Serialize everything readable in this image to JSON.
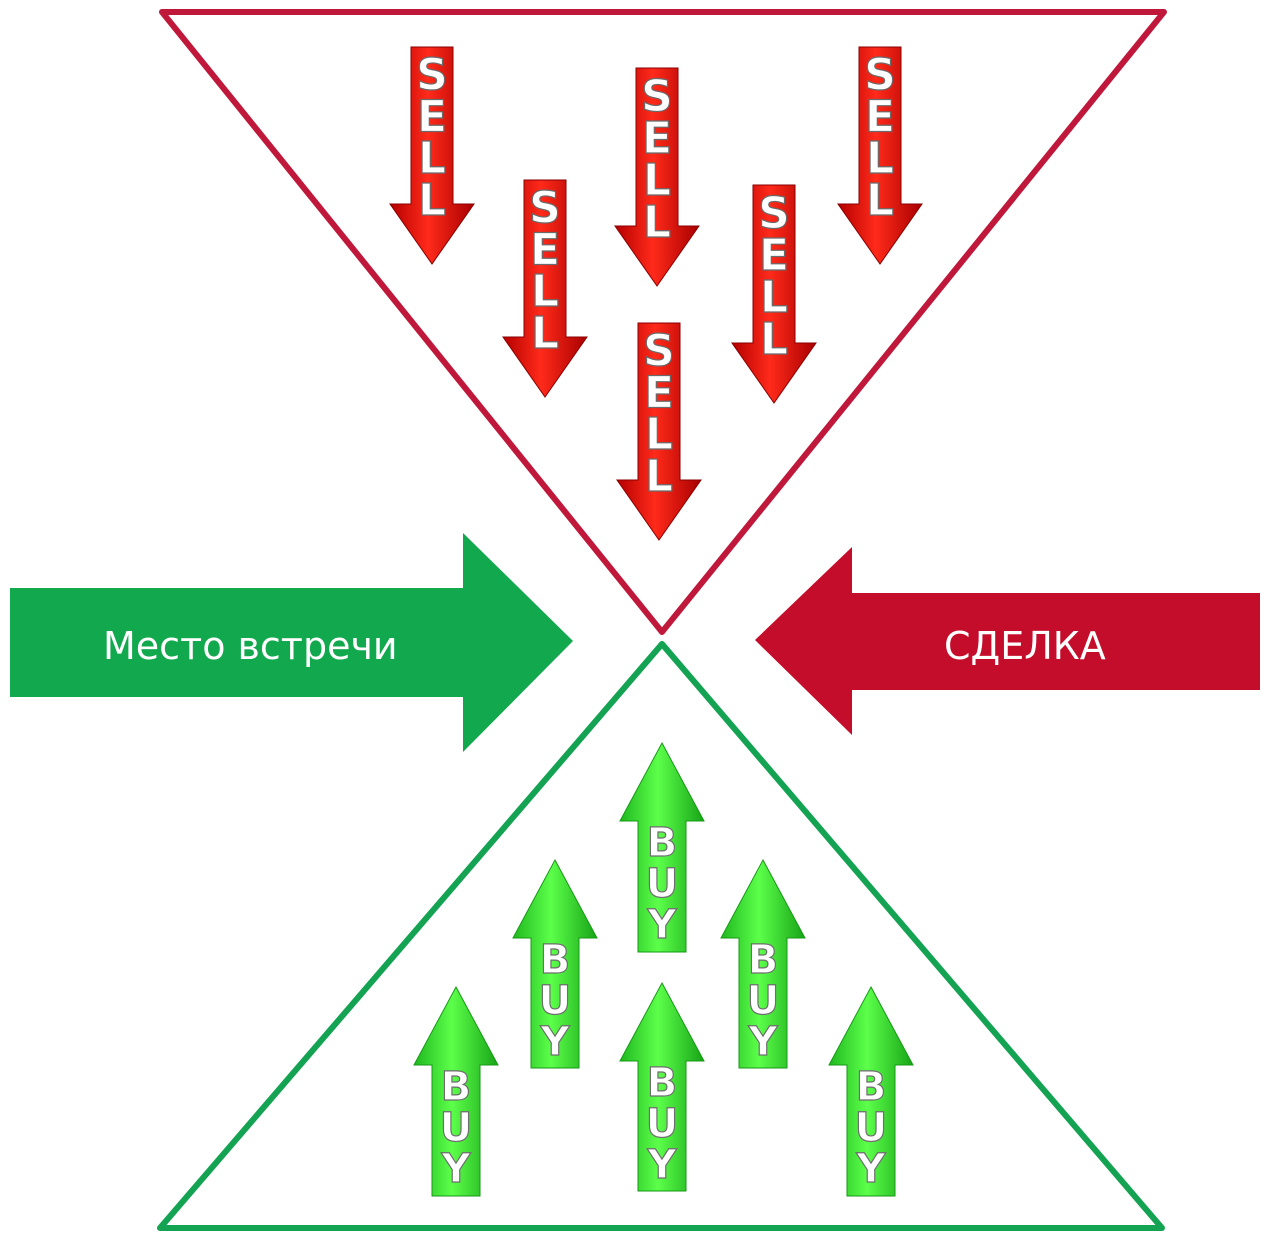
{
  "left_arrow": {
    "label": "Место встречи",
    "color": "#12a84e"
  },
  "right_arrow": {
    "label": "СДЕЛКА",
    "color": "#c40c2b"
  },
  "sell_triangle_color": "#c0183a",
  "buy_triangle_color": "#13a352",
  "sell_arrows": [
    {
      "text": "SELL"
    },
    {
      "text": "SELL"
    },
    {
      "text": "SELL"
    },
    {
      "text": "SELL"
    },
    {
      "text": "SELL"
    },
    {
      "text": "SELL"
    }
  ],
  "buy_arrows": [
    {
      "text": "BUY"
    },
    {
      "text": "BUY"
    },
    {
      "text": "BUY"
    },
    {
      "text": "BUY"
    },
    {
      "text": "BUY"
    },
    {
      "text": "BUY"
    }
  ],
  "sell_color": "#e01010",
  "buy_color": "#3ee63e"
}
